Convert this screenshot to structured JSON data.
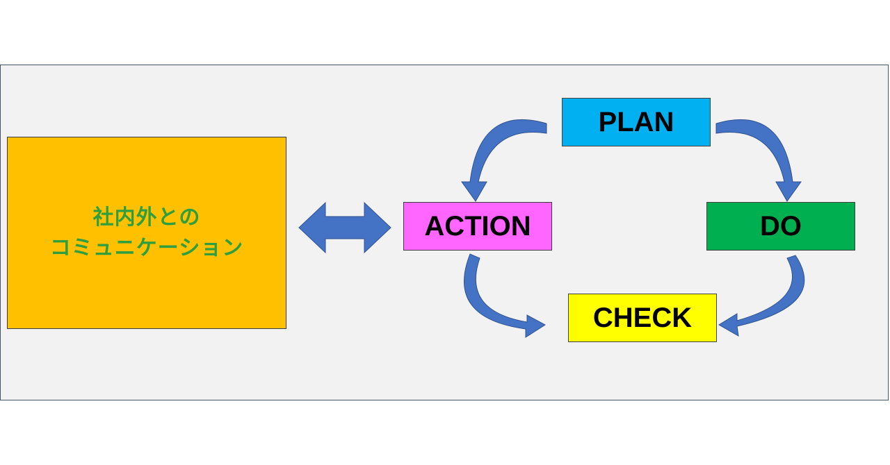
{
  "diagram": {
    "communication_label_line1": "社内外との",
    "communication_label_line2": "コミュニケーション",
    "plan_label": "PLAN",
    "do_label": "DO",
    "check_label": "CHECK",
    "action_label": "ACTION"
  },
  "colors": {
    "panel_background": "#f2f2f2",
    "communication_box": "#ffc000",
    "communication_text": "#2e9e3e",
    "plan_box": "#00b0f0",
    "do_box": "#00b050",
    "check_box": "#ffff00",
    "action_box": "#ff66ff",
    "arrow": "#4472c4"
  },
  "icons": [
    "double-arrow-icon",
    "curved-arrow-icon"
  ]
}
